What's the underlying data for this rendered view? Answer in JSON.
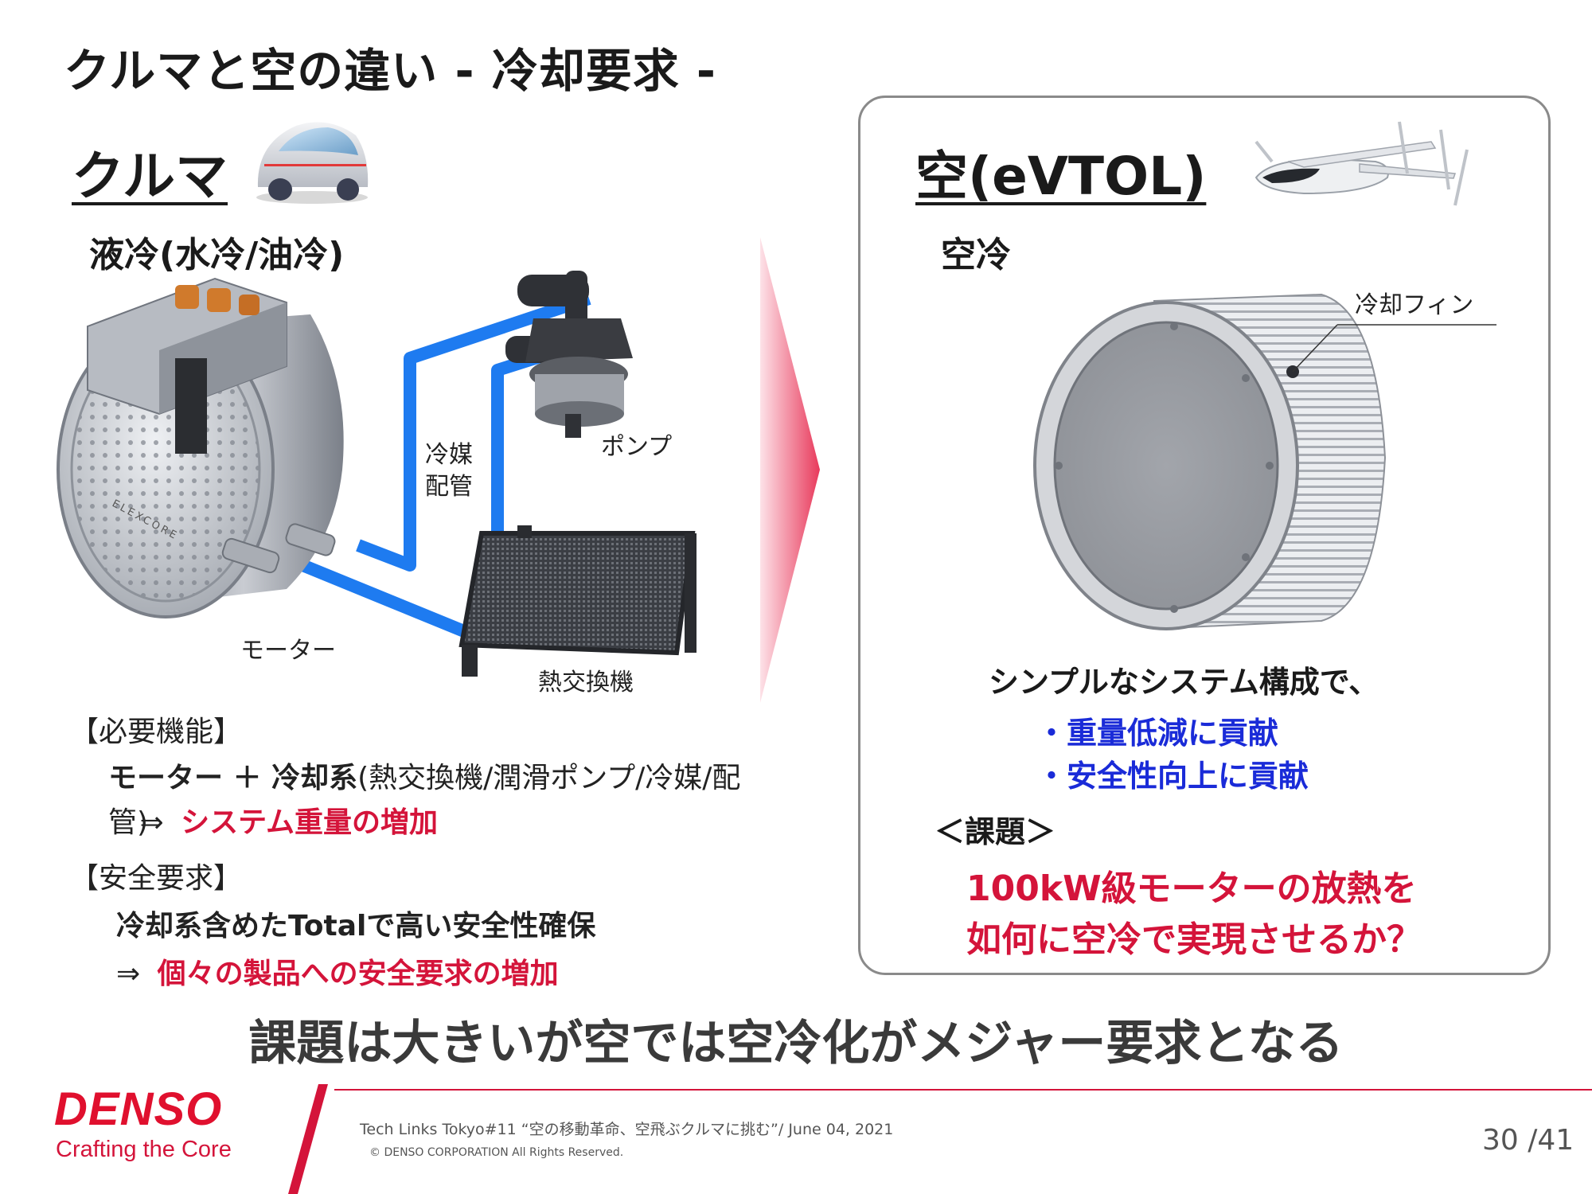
{
  "slide": {
    "title": "クルマと空の違い - 冷却要求 -",
    "conclusion": "課題は大きいが空では空冷化がメジャー要求となる"
  },
  "car": {
    "heading": "クルマ",
    "cooling_type": "液冷(水冷/油冷)",
    "labels": {
      "pipe_line1": "冷媒",
      "pipe_line2": "配管",
      "pump": "ポンプ",
      "motor": "モーター",
      "heat_exchanger": "熱交換機",
      "motor_brand": "ELEXCORE"
    },
    "required_function": {
      "heading": "【必要機能】",
      "line1_bold": "モーター ＋ 冷却系",
      "line1_rest": "(熱交換機/潤滑ポンプ/冷媒/配",
      "line2_rest": "管)",
      "arrow": "⇒",
      "result": "システム重量の増加"
    },
    "safety": {
      "heading": "【安全要求】",
      "line1": "冷却系含めたTotalで高い安全性確保",
      "arrow": "⇒",
      "result": "個々の製品への安全要求の増加"
    }
  },
  "air": {
    "heading": "空(eVTOL)",
    "cooling_type": "空冷",
    "fin_label": "冷却フィン",
    "summary": "シンプルなシステム構成で、",
    "benefits": [
      "・重量低減に貢献",
      "・安全性向上に貢献"
    ],
    "issue_heading": "＜課題＞",
    "issue_line1": "100kW級モーターの放熱を",
    "issue_line2": "如何に空冷で実現させるか？"
  },
  "footer": {
    "logo": "DENSO",
    "tagline": "Crafting the Core",
    "event": "Tech Links Tokyo#11 “空の移動革命、空飛ぶクルマに挑む”/ June 04, 2021",
    "copyright": "© DENSO CORPORATION All Rights Reserved.",
    "page": "30 /41"
  },
  "colors": {
    "accent_red": "#d4143a",
    "accent_blue": "#1a2bd8",
    "pipe_blue": "#1e7bf0",
    "logo_red": "#e0102e"
  }
}
